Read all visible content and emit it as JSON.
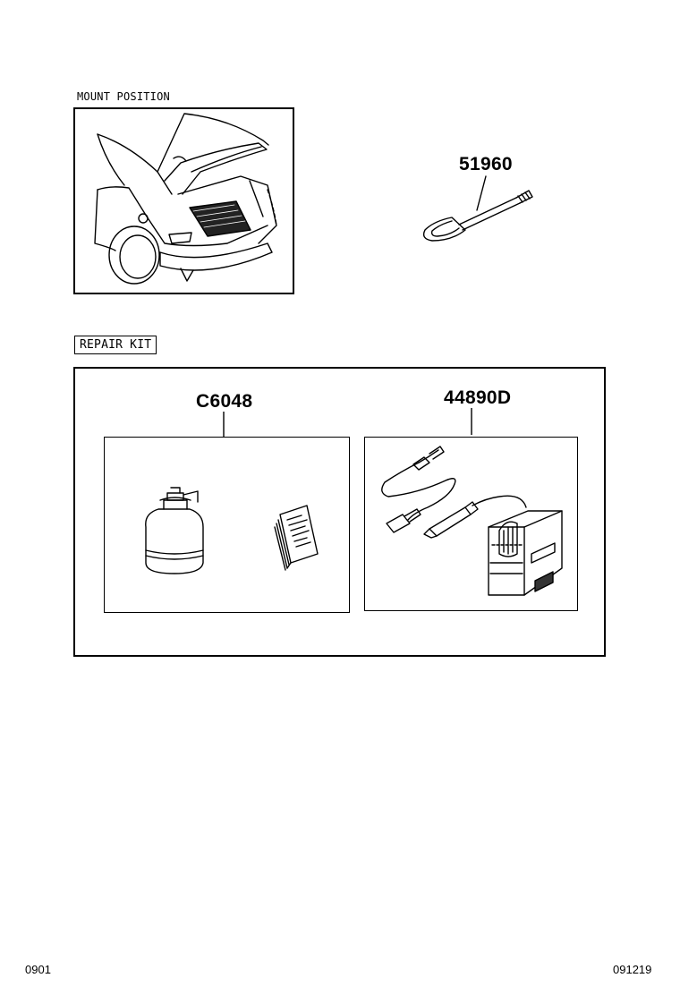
{
  "mount_position": {
    "label": "MOUNT POSITION"
  },
  "tow_hook": {
    "part_number": "51960"
  },
  "repair_kit": {
    "label": "REPAIR KIT",
    "sealant": {
      "part_number": "C6048"
    },
    "compressor": {
      "part_number": "44890D"
    }
  },
  "footer": {
    "left_code": "0901",
    "right_code": "091219"
  }
}
